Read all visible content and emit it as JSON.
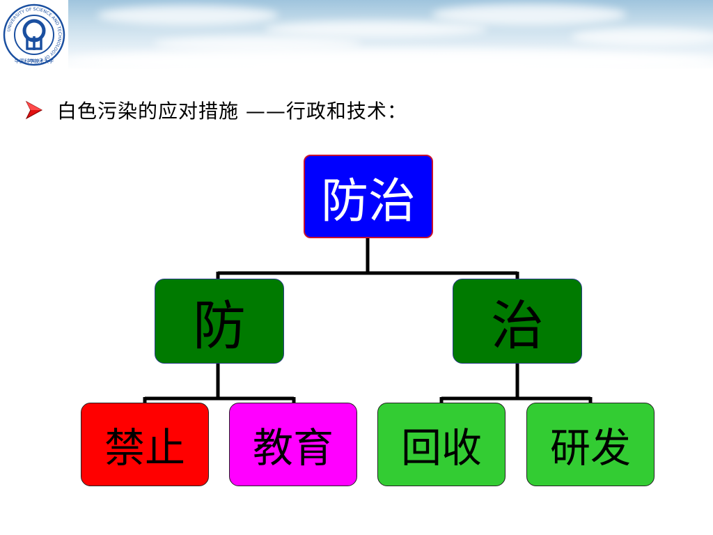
{
  "logo": {
    "ring_text": "UNIVERSITY OF SCIENCE AND TECHNOLOGY OF CHINA",
    "bottom_text": "中国科学技术大学",
    "color": "#1a4fa0"
  },
  "heading": {
    "bullet_icon": "arrow-bullet-icon",
    "text": "白色污染的应对措施 ——行政和技术："
  },
  "diagram": {
    "root": {
      "label": "防治",
      "color": "#0000ff"
    },
    "branches": [
      {
        "label": "防",
        "color": "#007a00",
        "children": [
          {
            "label": "禁止",
            "color": "#ff0000"
          },
          {
            "label": "教育",
            "color": "#ff00ff"
          }
        ]
      },
      {
        "label": "治",
        "color": "#007a00",
        "children": [
          {
            "label": "回收",
            "color": "#33cc33"
          },
          {
            "label": "研发",
            "color": "#33cc33"
          }
        ]
      }
    ]
  }
}
